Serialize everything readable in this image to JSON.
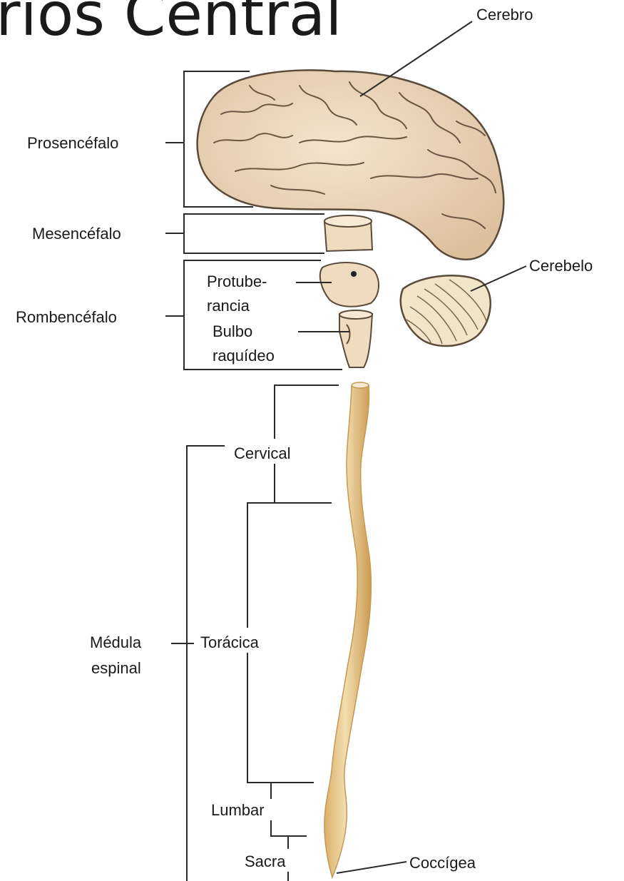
{
  "title": "rios Central",
  "labels": {
    "cerebro": "Cerebro",
    "prosencefalo": "Prosencéfalo",
    "mesencefalo": "Mesencéfalo",
    "cerebelo": "Cerebelo",
    "protuberancia_1": "Protube-",
    "protuberancia_2": "rancia",
    "rombencefalo": "Rombencéfalo",
    "bulbo_1": "Bulbo",
    "bulbo_2": "raquídeo",
    "cervical": "Cervical",
    "medula_1": "Médula",
    "medula_2": "espinal",
    "toracica": "Torácica",
    "lumbar": "Lumbar",
    "sacra": "Sacra",
    "coccigea": "Coccígea"
  },
  "colors": {
    "brain_fill": "#ead4b8",
    "brain_stroke": "#5a4a3a",
    "cord_fill": "#e8c88a",
    "cord_stroke": "#c49a4e",
    "text": "#1a1a1a"
  }
}
